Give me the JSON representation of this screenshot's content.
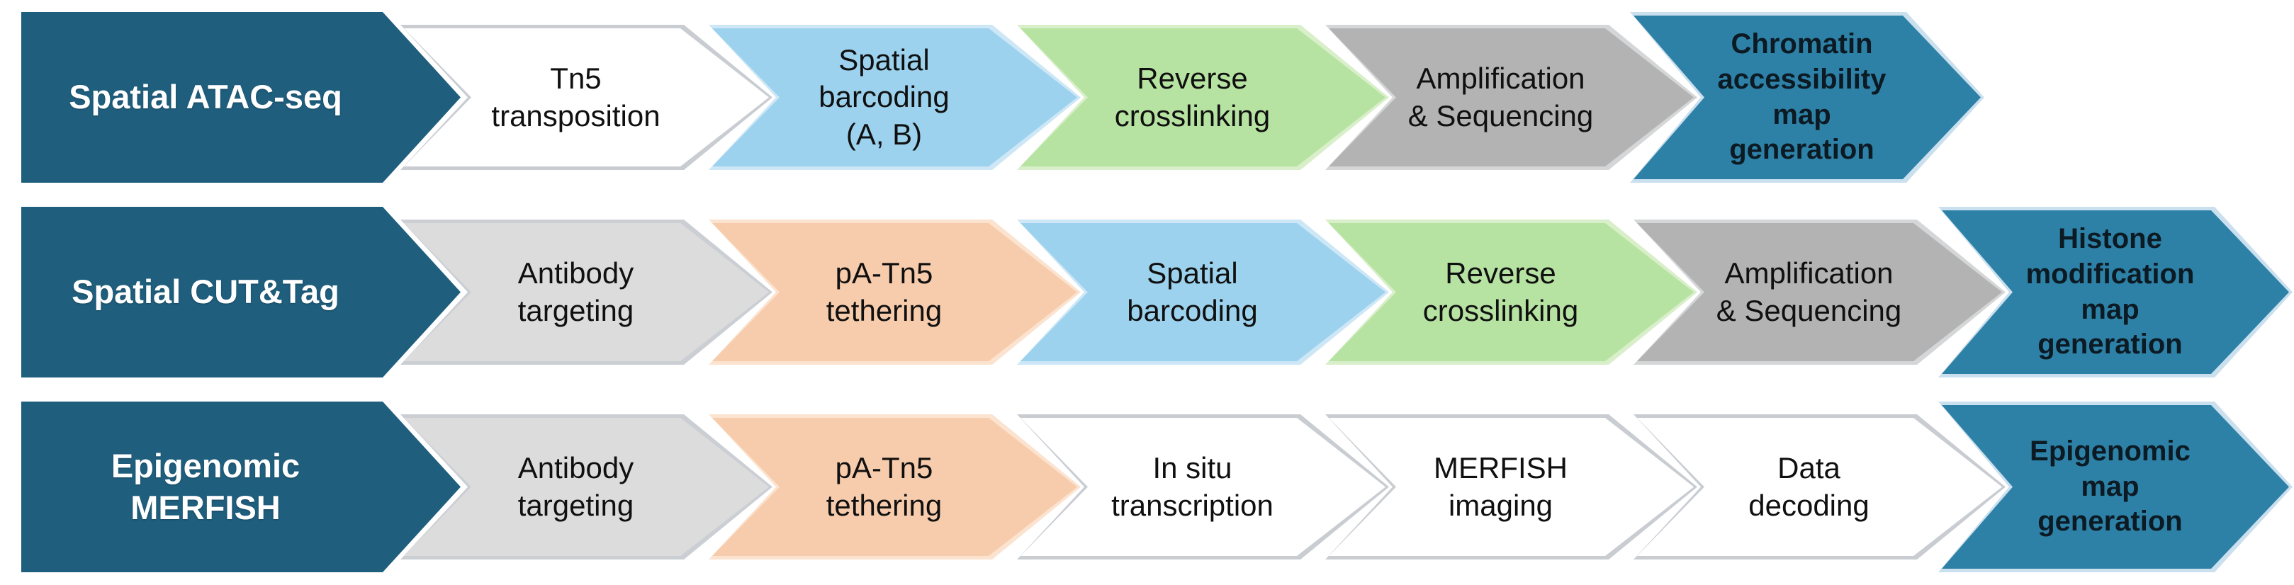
{
  "diagram": {
    "description": "Epigenomic spatial profiling workflows",
    "colors": {
      "dark_teal": {
        "fill": "#1f5e7d",
        "edge": "#1f5e7d"
      },
      "teal": {
        "fill": "#2e81a6",
        "edge": "#cbe0ee"
      },
      "white": {
        "fill": "#ffffff",
        "edge": "#c9cdd2"
      },
      "light_blue": {
        "fill": "#9cd2ee",
        "edge": "#cde7f6"
      },
      "green": {
        "fill": "#b7e3a2",
        "edge": "#d8efca"
      },
      "gray": {
        "fill": "#b3b3b3",
        "edge": "#d4d6d7"
      },
      "light_gray": {
        "fill": "#dcdcdc",
        "edge": "#cbcfd4"
      },
      "peach": {
        "fill": "#f7ccac",
        "edge": "#fbe3cf"
      }
    },
    "rows": [
      {
        "id": "spatial-atac-seq",
        "header": {
          "label": "Spatial ATAC-seq",
          "color": "dark_teal"
        },
        "steps": [
          {
            "label": "Tn5\ntransposition",
            "color": "white"
          },
          {
            "label": "Spatial\nbarcoding\n(A, B)",
            "color": "light_blue"
          },
          {
            "label": "Reverse\ncrosslinking",
            "color": "green"
          },
          {
            "label": "Amplification\n& Sequencing",
            "color": "gray"
          }
        ],
        "result": {
          "label": "Chromatin\naccessibility\nmap\ngeneration",
          "color": "teal"
        }
      },
      {
        "id": "spatial-cut-and-tag",
        "header": {
          "label": "Spatial CUT&Tag",
          "color": "dark_teal"
        },
        "steps": [
          {
            "label": "Antibody\ntargeting",
            "color": "light_gray"
          },
          {
            "label": "pA-Tn5\ntethering",
            "color": "peach"
          },
          {
            "label": "Spatial\nbarcoding",
            "color": "light_blue"
          },
          {
            "label": "Reverse\ncrosslinking",
            "color": "green"
          },
          {
            "label": "Amplification\n& Sequencing",
            "color": "gray"
          }
        ],
        "result": {
          "label": "Histone\nmodification\nmap\ngeneration",
          "color": "teal"
        }
      },
      {
        "id": "epigenomic-merfish",
        "header": {
          "label": "Epigenomic\nMERFISH",
          "color": "dark_teal"
        },
        "steps": [
          {
            "label": "Antibody\ntargeting",
            "color": "light_gray"
          },
          {
            "label": "pA-Tn5\ntethering",
            "color": "peach"
          },
          {
            "label": "In situ\ntranscription",
            "color": "white"
          },
          {
            "label": "MERFISH\nimaging",
            "color": "white"
          },
          {
            "label": "Data\ndecoding",
            "color": "white"
          }
        ],
        "result": {
          "label": "Epigenomic\nmap\ngeneration",
          "color": "teal"
        }
      }
    ]
  }
}
